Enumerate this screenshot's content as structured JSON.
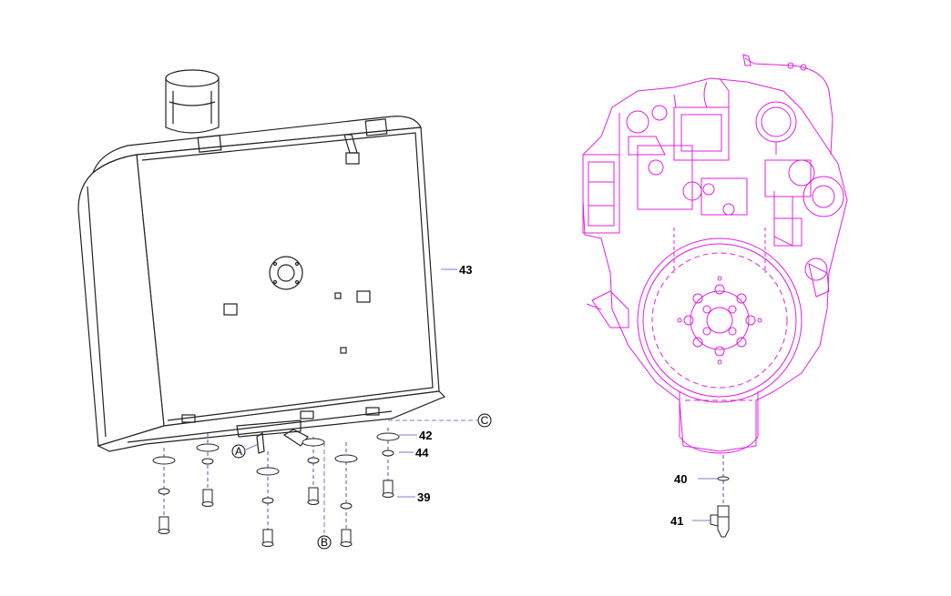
{
  "parts": {
    "tank": "43",
    "bolt": "39",
    "washer_a": "42",
    "washer_b": "44",
    "drain_washer": "40",
    "drain_valve": "41"
  },
  "connectors": {
    "a": "A",
    "b": "B",
    "c": "C"
  },
  "colors": {
    "tank_line": "#222222",
    "engine_line": "#e020e0",
    "leader": "#5050c0"
  }
}
